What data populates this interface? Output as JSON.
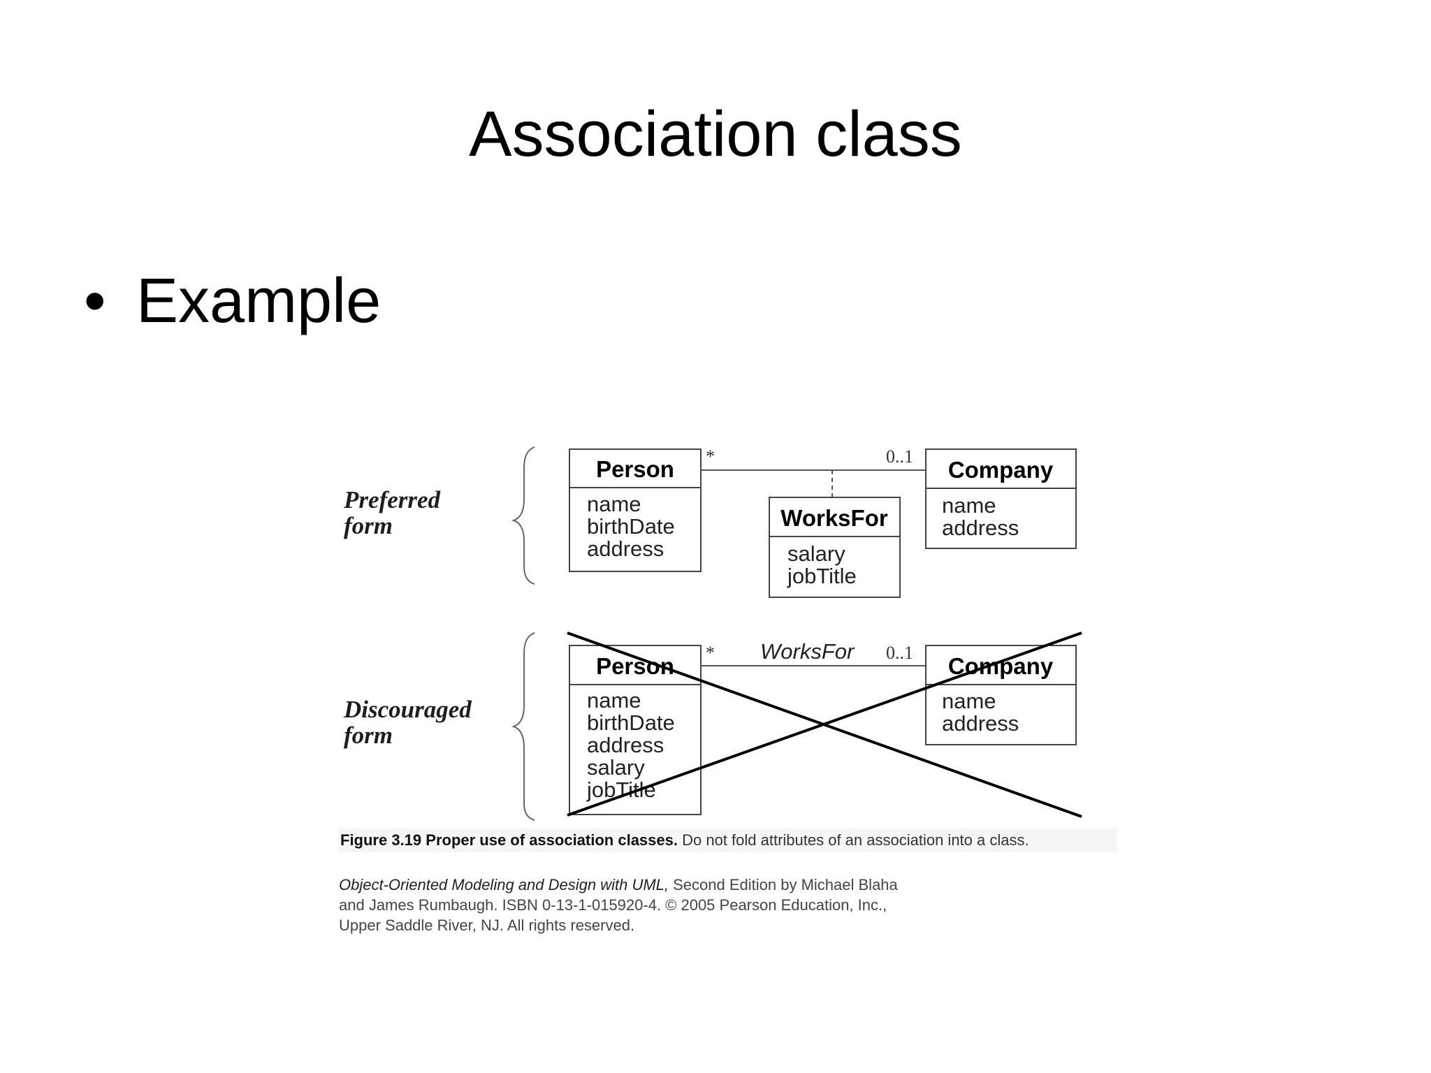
{
  "slide": {
    "title": "Association class",
    "bullet": "Example"
  },
  "diagram": {
    "preferred": {
      "label_line1": "Preferred",
      "label_line2": "form",
      "person": {
        "name": "Person",
        "attrs": [
          "name",
          "birthDate",
          "address"
        ]
      },
      "company": {
        "name": "Company",
        "attrs": [
          "name",
          "address"
        ]
      },
      "association_class": {
        "name": "WorksFor",
        "attrs": [
          "salary",
          "jobTitle"
        ]
      },
      "person_multiplicity": "*",
      "company_multiplicity": "0..1"
    },
    "discouraged": {
      "label_line1": "Discouraged",
      "label_line2": "form",
      "person": {
        "name": "Person",
        "attrs": [
          "name",
          "birthDate",
          "address",
          "salary",
          "jobTitle"
        ]
      },
      "company": {
        "name": "Company",
        "attrs": [
          "name",
          "address"
        ]
      },
      "association_name": "WorksFor",
      "person_multiplicity": "*",
      "company_multiplicity": "0..1"
    }
  },
  "caption": {
    "figure_label": "Figure 3.19  Proper use of association classes.",
    "figure_text": " Do not fold attributes of an association into a class."
  },
  "credit": {
    "book_title": "Object-Oriented Modeling and Design with UML,",
    "line1_rest": " Second Edition by Michael Blaha",
    "line2": "and James Rumbaugh. ISBN 0-13-1-015920-4. © 2005 Pearson Education, Inc.,",
    "line3": "Upper Saddle River, NJ. All rights reserved."
  }
}
